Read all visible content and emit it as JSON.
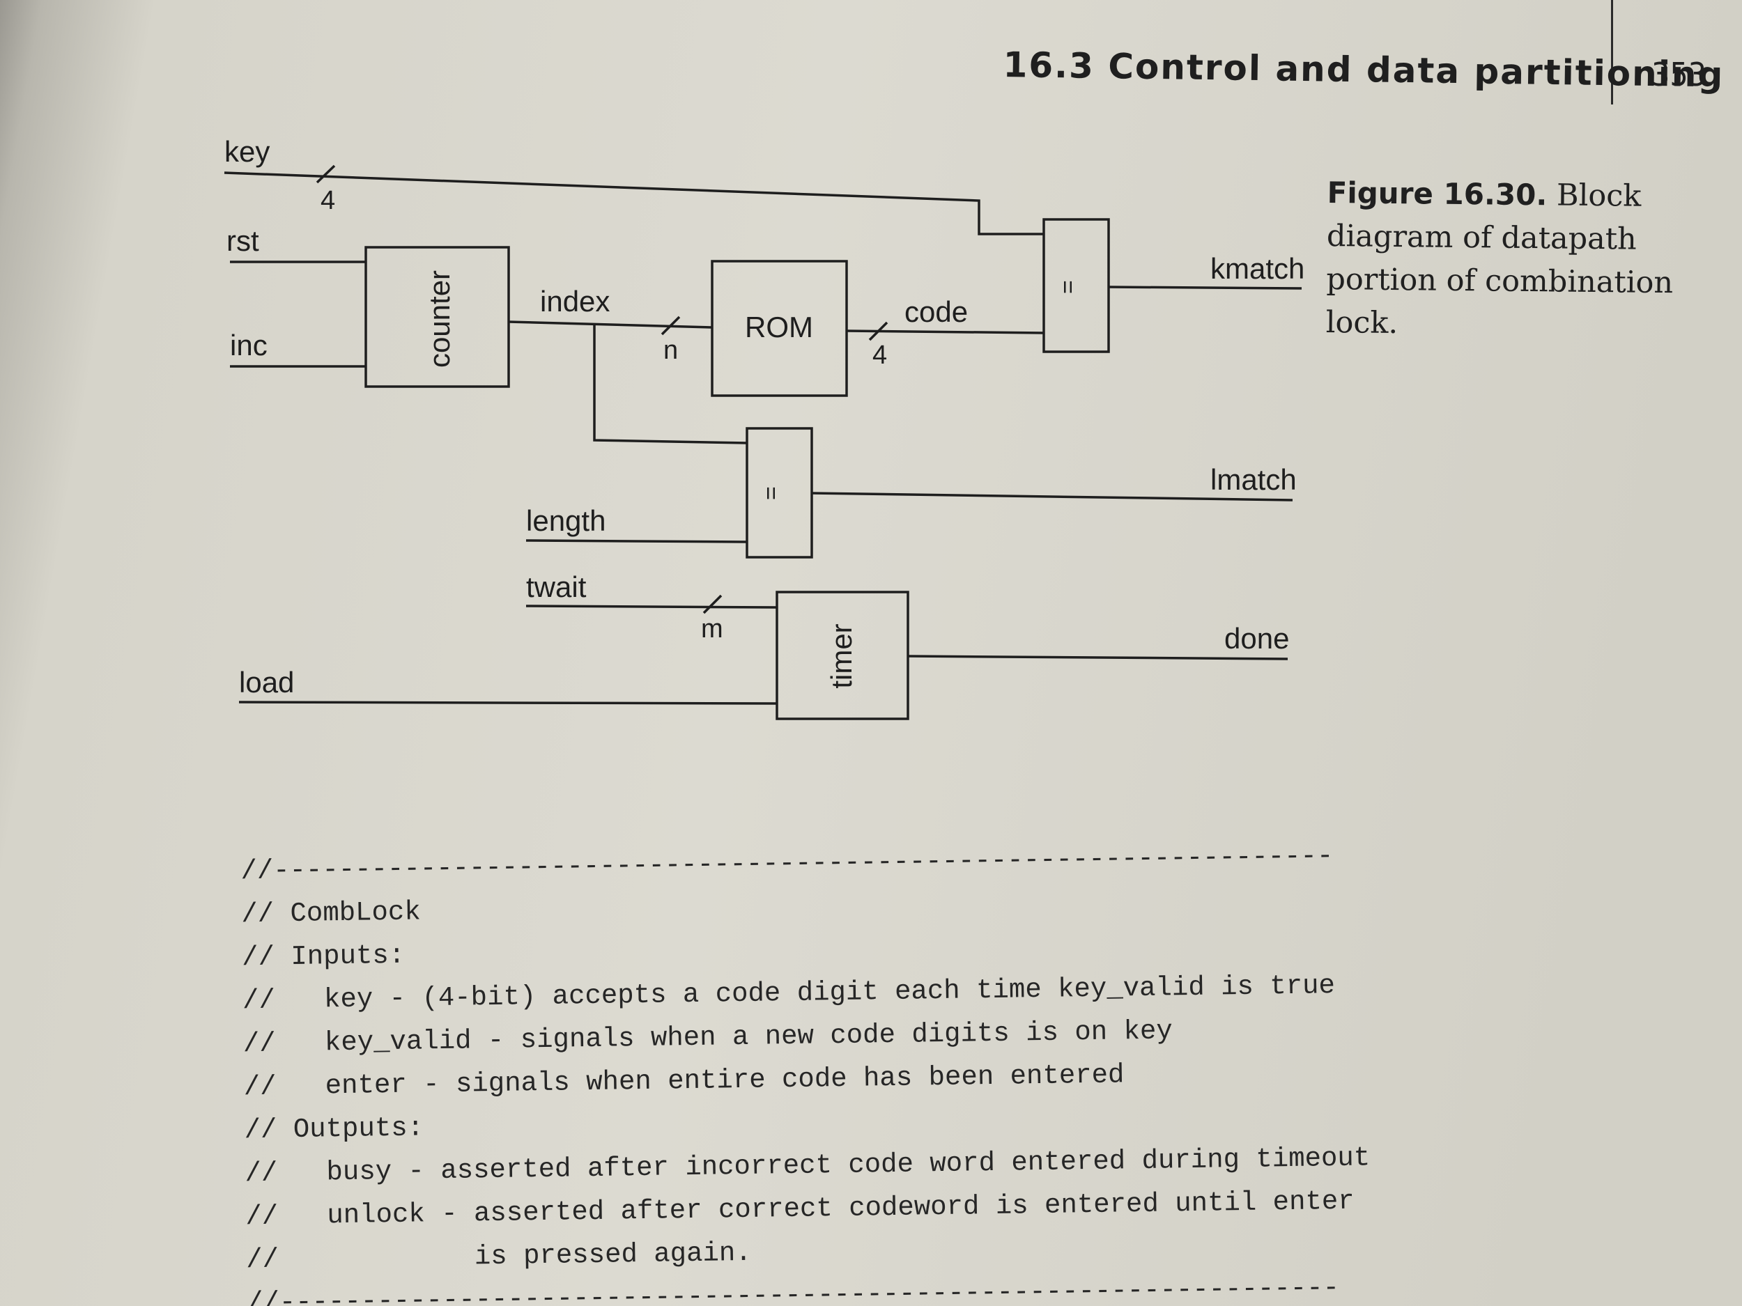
{
  "header": {
    "section_title": "16.3 Control and data partitioning",
    "page_number": "353"
  },
  "figure": {
    "caption_label": "Figure 16.30.",
    "caption_text": "Block diagram of datapath portion of combination lock."
  },
  "diagram": {
    "signals": {
      "key": "key",
      "rst": "rst",
      "inc": "inc",
      "index": "index",
      "code": "code",
      "length": "length",
      "twait": "twait",
      "load": "load",
      "kmatch": "kmatch",
      "lmatch": "lmatch",
      "done": "done"
    },
    "widths": {
      "key": "4",
      "index": "n",
      "code": "4",
      "twait": "m"
    },
    "blocks": {
      "counter": "counter",
      "rom": "ROM",
      "kcompare": "=",
      "lcompare": "=",
      "timer": "timer"
    }
  },
  "code": {
    "lines": [
      "//-----------------------------------------------------------------",
      "// CombLock",
      "// Inputs:",
      "//   key - (4-bit) accepts a code digit each time key_valid is true",
      "//   key_valid - signals when a new code digits is on key",
      "//   enter - signals when entire code has been entered",
      "// Outputs:",
      "//   busy - asserted after incorrect code word entered during timeout",
      "//   unlock - asserted after correct codeword is entered until enter",
      "//            is pressed again.",
      "//-----------------------------------------------------------------"
    ]
  }
}
